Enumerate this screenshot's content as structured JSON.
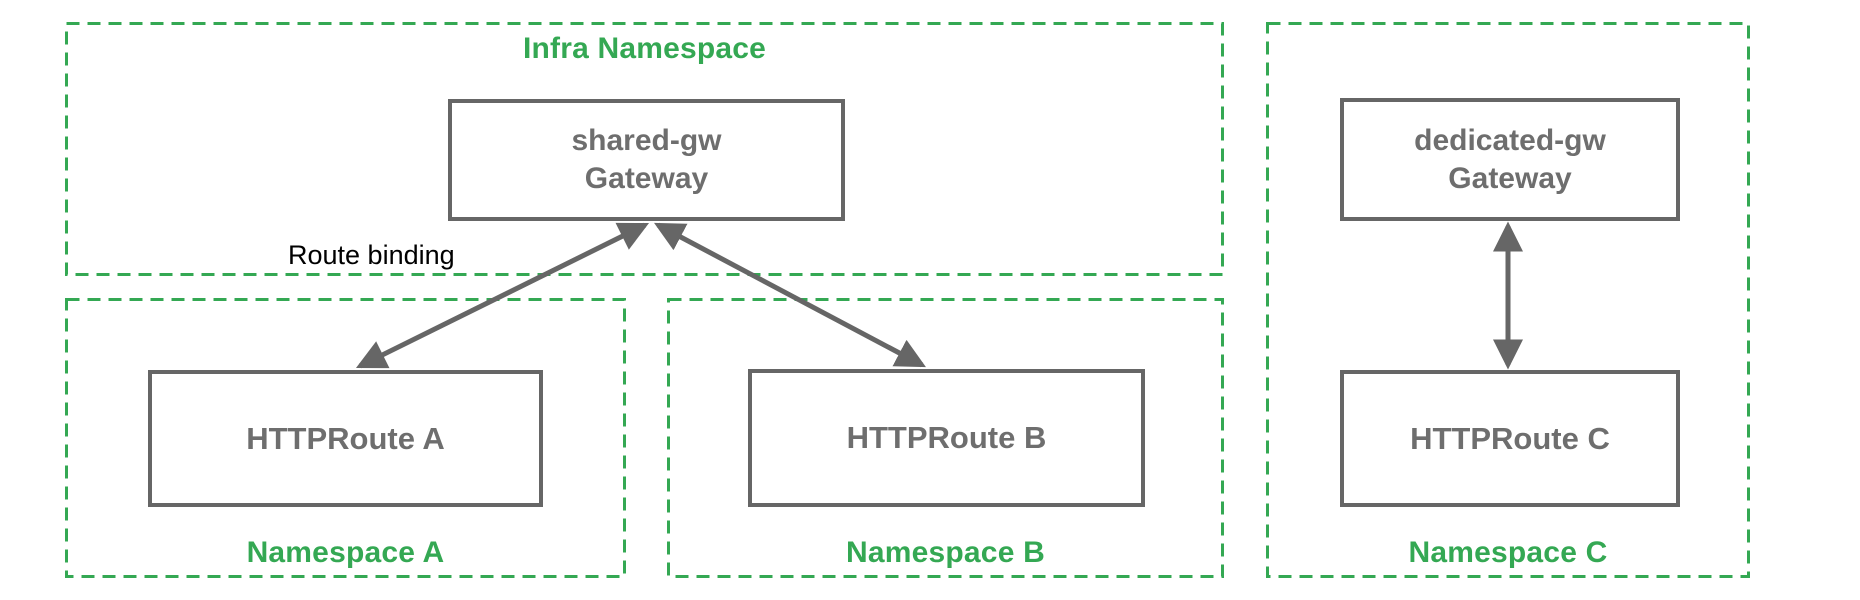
{
  "diagram": {
    "colors": {
      "namespace_green": "#34A853",
      "box_border_gray": "#666666",
      "box_text_gray": "#6e6e6e",
      "arrow_gray": "#666666",
      "edge_label_black": "#000000",
      "background": "#ffffff"
    },
    "infra_namespace": {
      "label": "Infra Namespace",
      "gateway_name": "shared-gw",
      "gateway_kind": "Gateway"
    },
    "namespace_a": {
      "label": "Namespace A",
      "route_label": "HTTPRoute A"
    },
    "namespace_b": {
      "label": "Namespace B",
      "route_label": "HTTPRoute B"
    },
    "namespace_c": {
      "label": "Namespace C",
      "gateway_name": "dedicated-gw",
      "gateway_kind": "Gateway",
      "route_label": "HTTPRoute C"
    },
    "edge_label": "Route binding"
  }
}
